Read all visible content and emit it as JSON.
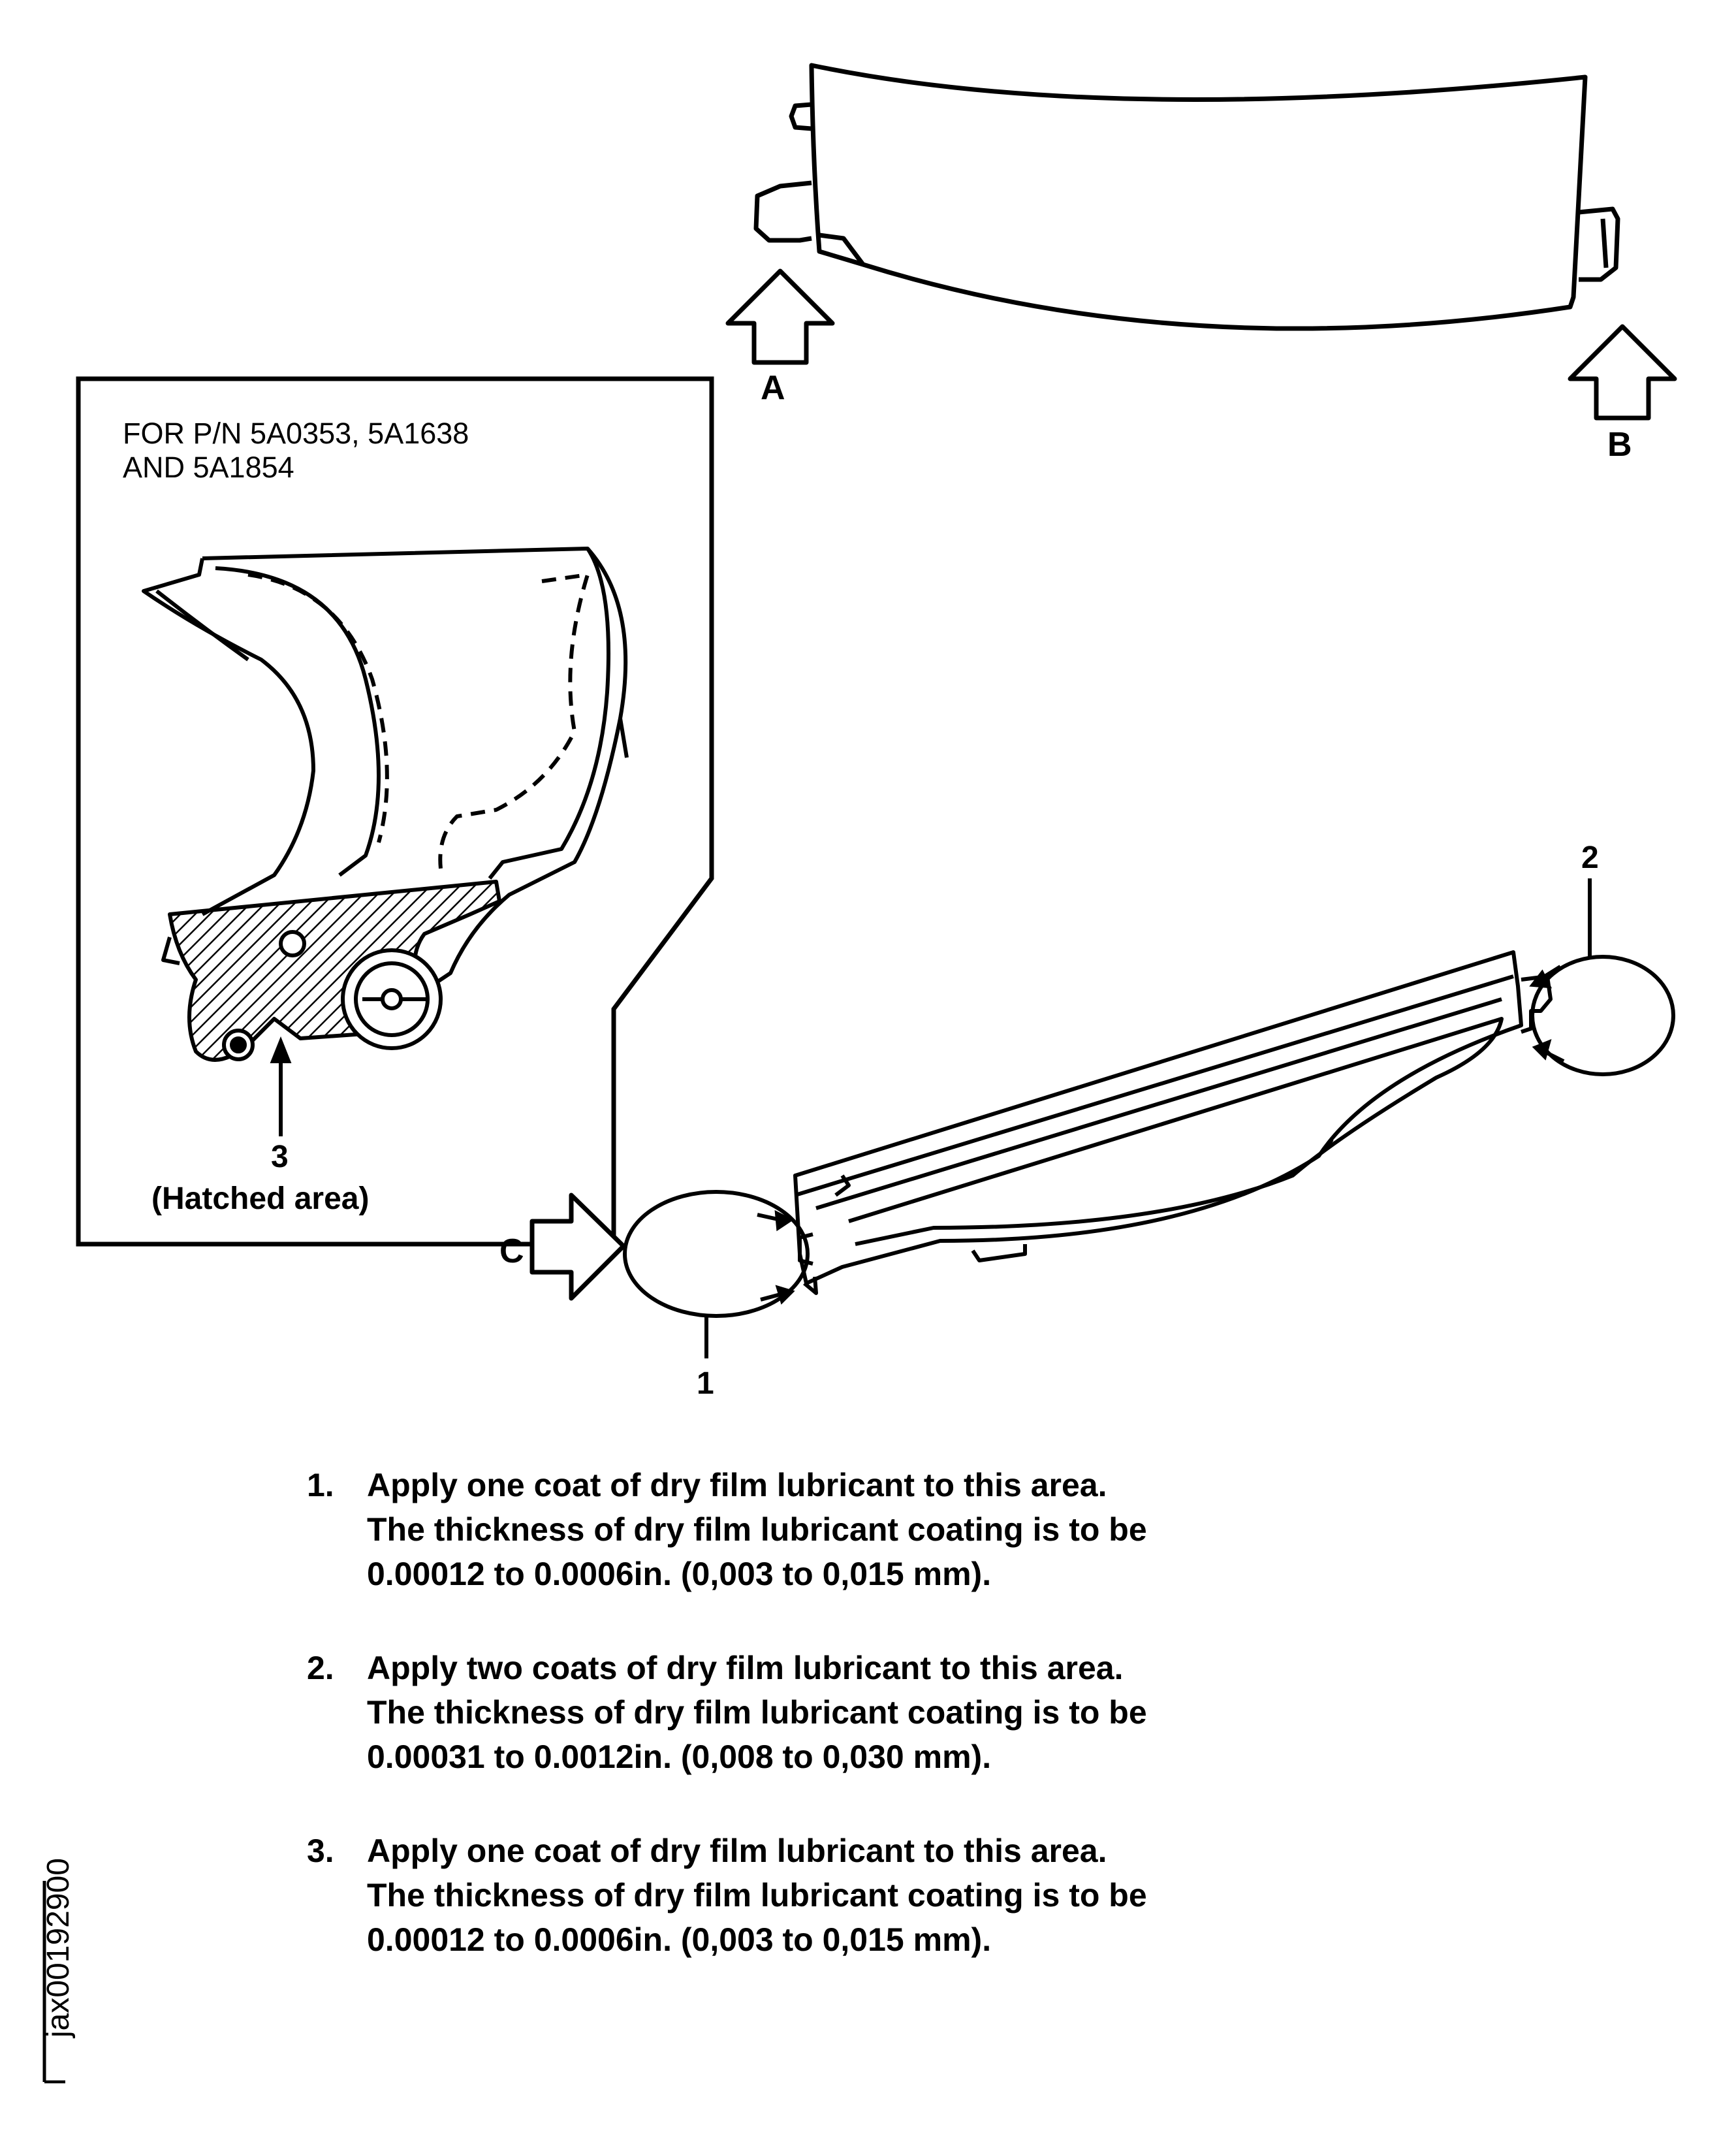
{
  "view_labels": {
    "a": "A",
    "b": "B",
    "c": "C"
  },
  "item_labels": {
    "one": "1",
    "two": "2",
    "three": "3"
  },
  "inset": {
    "title_line1": "FOR P/N 5A0353, 5A1638",
    "title_line2": "AND 5A1854",
    "hatched_caption": "(Hatched area)"
  },
  "notes": [
    {
      "number": "1.",
      "lines": [
        "Apply one coat of dry film lubricant to this area.",
        "The thickness of dry film lubricant coating is to be",
        "0.00012 to 0.0006in. (0,003 to 0,015 mm)."
      ]
    },
    {
      "number": "2.",
      "lines": [
        "Apply two coats of dry film lubricant to this area.",
        "The thickness of dry film lubricant coating is to be",
        "0.00031 to 0.0012in. (0,008 to 0,030 mm)."
      ]
    },
    {
      "number": "3.",
      "lines": [
        "Apply one coat of dry film lubricant to this area.",
        "The thickness of dry film lubricant coating is to be",
        "0.00012 to 0.0006in. (0,003 to 0,015 mm)."
      ]
    }
  ],
  "figure_ref": "jax00192900"
}
